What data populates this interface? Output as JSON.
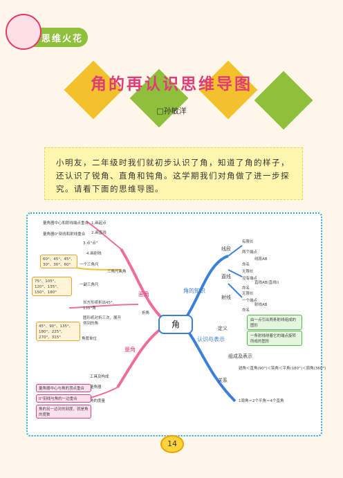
{
  "header": {
    "badge": "思维火花"
  },
  "title": "角的再认识思维导图",
  "author": "□孙敏洋",
  "intro": "小明友，二年级时我们就初步认识了角，知道了角的样子，还认识了锐角、直角和钝角。这学期我们对角做了进一步探究。请看下面的思维导图。",
  "map": {
    "center": "角",
    "branch_knowledge": "角的知识",
    "segment": {
      "label": "线段",
      "items": [
        "有限长",
        "两个端点",
        "线段AB",
        "命名"
      ]
    },
    "line": {
      "label": "直线",
      "items": [
        "无限长",
        "没有端点",
        "直线AB(直线l)",
        "命名"
      ]
    },
    "ray": {
      "label": "射线",
      "items": [
        "无限长",
        "一个端点",
        "射线AB",
        "命名"
      ]
    },
    "branch_recognize": "认识与表示",
    "definition_label": "定义",
    "definitions": [
      "由一点引出两条射线组成的图形",
      "一条射线绕着它的端点旋转所成的图形"
    ],
    "notation_label": "组成及表示",
    "relation_label": "关系",
    "relations": [
      "锐角＜直角(90°)＜钝角＜平角(180°)＜周角(360°)",
      "1周角＝2个平角＝4个直角"
    ],
    "branch_draw": "画角",
    "draw_items": [
      "1.画起点",
      "2.画直线",
      "3.点\"点\"",
      "4.画射线",
      "量角器中心和射线端点重合",
      "量角器0°刻线和射线重合",
      "三角尺画角",
      "一个三角尺",
      "一副三角尺",
      "60°、45°、45°、30°、30°、60°",
      "75°、105°、120°、135°、150°、180°",
      "折角",
      "长方形纸折出45°、135°角",
      "圆形纸对折三次，展开得到的角",
      "45°、90°、135°、180°、225°、270°、315°"
    ],
    "branch_measure": "量角",
    "measure_items": [
      "角度单位",
      "工具及构成",
      "量角器",
      "角的度量",
      "量角器中心与角的顶点重合",
      "0°刻线与角的一边重合",
      "角的另一边对的刻度，就是角的度数"
    ],
    "page_number": "14"
  },
  "colors": {
    "accent": "#e23b7a",
    "badge": "#8fc03c",
    "border": "#2aa7e0"
  }
}
